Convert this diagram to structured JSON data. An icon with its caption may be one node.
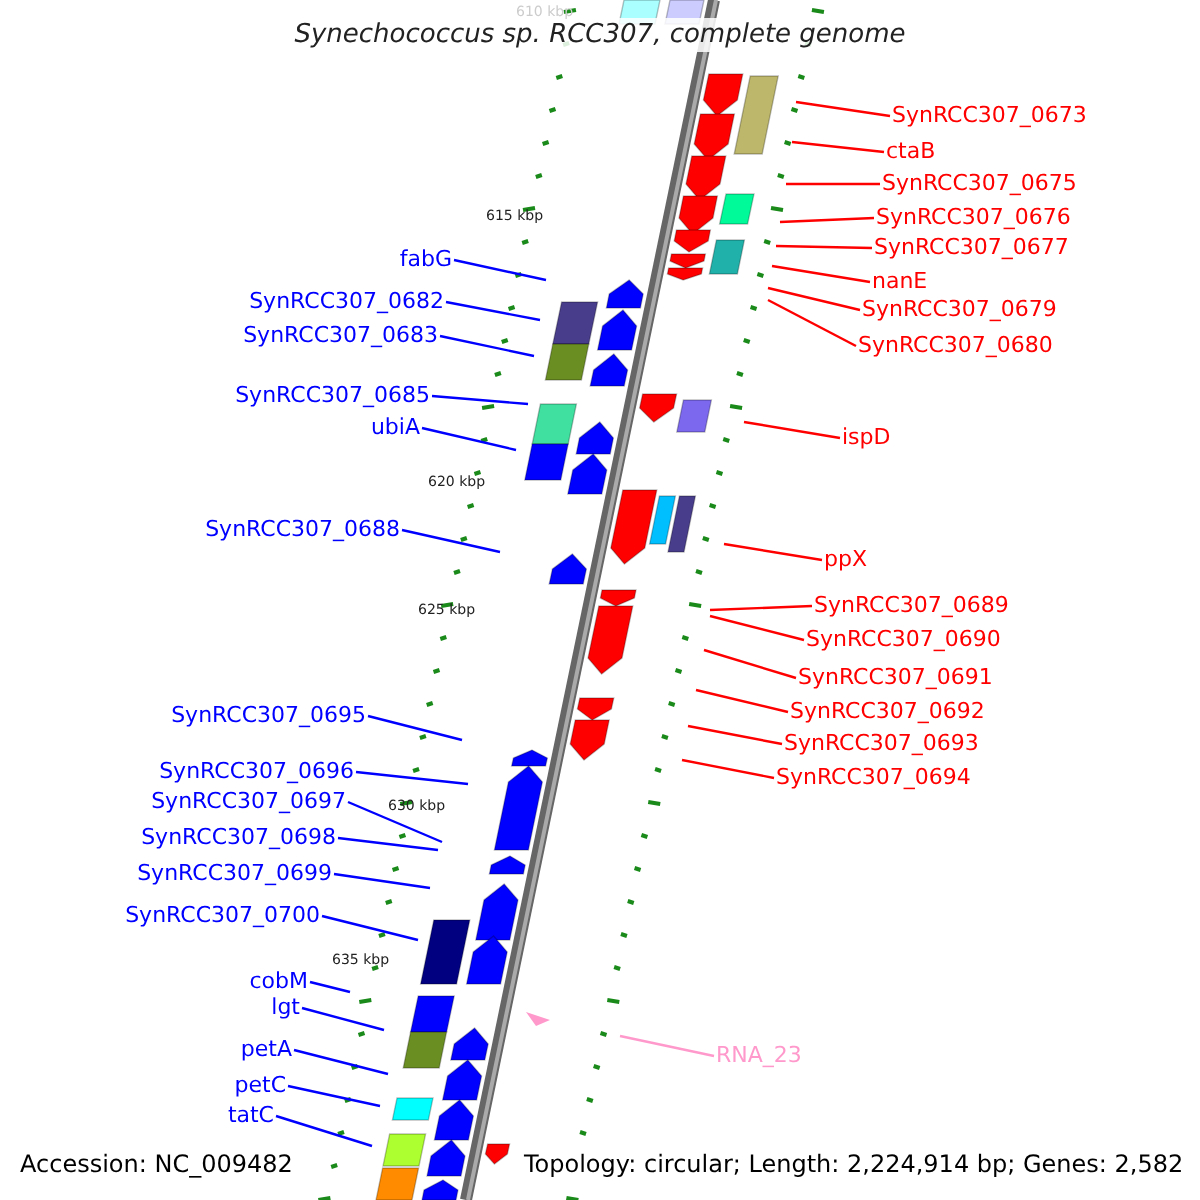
{
  "diagram": {
    "title": "Synechococcus sp. RCC307, complete genome",
    "nodes": [
      {
        "text": [
          "SynRCC307_0673"
        ]
      },
      {
        "text": [
          "ctaB"
        ]
      },
      {
        "text": [
          "SynRCC307_0675"
        ]
      },
      {
        "text": [
          "SynRCC307_0676"
        ]
      },
      {
        "text": [
          "SynRCC307_0677"
        ]
      },
      {
        "text": [
          "fabG"
        ]
      },
      {
        "text": [
          "nanE"
        ]
      },
      {
        "text": [
          "SynRCC307_0682"
        ]
      },
      {
        "text": [
          "SynRCC307_0679"
        ]
      },
      {
        "text": [
          "SynRCC307_0683"
        ]
      },
      {
        "text": [
          "SynRCC307_0680"
        ]
      },
      {
        "text": [
          "SynRCC307_0685"
        ]
      },
      {
        "text": [
          "ubiA"
        ]
      },
      {
        "text": [
          "ispD"
        ]
      },
      {
        "text": [
          "SynRCC307_0688"
        ]
      },
      {
        "text": [
          "ppX"
        ]
      },
      {
        "text": [
          "SynRCC307_0689"
        ]
      },
      {
        "text": [
          "SynRCC307_0690"
        ]
      },
      {
        "text": [
          "SynRCC307_0691"
        ]
      },
      {
        "text": [
          "SynRCC307_0692"
        ]
      },
      {
        "text": [
          "SynRCC307_0695"
        ]
      },
      {
        "text": [
          "SynRCC307_0693"
        ]
      },
      {
        "text": [
          "SynRCC307_0696"
        ]
      },
      {
        "text": [
          "SynRCC307_0694"
        ]
      },
      {
        "text": [
          "SynRCC307_0697"
        ]
      },
      {
        "text": [
          "SynRCC307_0698"
        ]
      },
      {
        "text": [
          "SynRCC307_0699"
        ]
      },
      {
        "text": [
          "SynRCC307_0700"
        ]
      },
      {
        "text": [
          "cobM"
        ]
      },
      {
        "text": [
          "lgt"
        ]
      },
      {
        "text": [
          "petA"
        ]
      },
      {
        "text": [
          "RNA_23"
        ]
      },
      {
        "text": [
          "petC"
        ]
      },
      {
        "text": [
          "tatC"
        ]
      }
    ],
    "edges": [
      {
        "from": 0,
        "to": null,
        "arrow": "none",
        "color": "#ff0000"
      },
      {
        "from": 1,
        "to": null,
        "arrow": "none",
        "color": "#ff0000"
      },
      {
        "from": 2,
        "to": null,
        "arrow": "none",
        "color": "#ff0000"
      },
      {
        "from": 3,
        "to": null,
        "arrow": "none",
        "color": "#ff0000"
      },
      {
        "from": 4,
        "to": null,
        "arrow": "none",
        "color": "#ff0000"
      },
      {
        "from": 5,
        "to": null,
        "arrow": "none"
      },
      {
        "from": 6,
        "to": null,
        "arrow": "none",
        "color": "#ff0000"
      },
      {
        "from": 7,
        "to": null,
        "arrow": "none"
      },
      {
        "from": 8,
        "to": null,
        "arrow": "none",
        "color": "#ff0000"
      },
      {
        "from": 9,
        "to": null,
        "arrow": "none"
      },
      {
        "from": 10,
        "to": null,
        "arrow": "none",
        "color": "#ff0000"
      },
      {
        "from": 11,
        "to": null,
        "arrow": "none"
      },
      {
        "from": 12,
        "to": null,
        "arrow": "none"
      },
      {
        "from": 13,
        "to": null,
        "arrow": "none",
        "color": "#ff0000"
      },
      {
        "from": 14,
        "to": null,
        "arrow": "none"
      },
      {
        "from": 15,
        "to": null,
        "arrow": "none",
        "color": "#ff0000"
      },
      {
        "from": 16,
        "to": null,
        "arrow": "none",
        "color": "#ff0000"
      },
      {
        "from": 17,
        "to": null,
        "arrow": "none",
        "color": "#ff0000"
      },
      {
        "from": 18,
        "to": null,
        "arrow": "none",
        "color": "#ff0000"
      },
      {
        "from": 19,
        "to": null,
        "arrow": "none",
        "color": "#ff0000"
      },
      {
        "from": 20,
        "to": null,
        "arrow": "none"
      },
      {
        "from": 21,
        "to": null,
        "arrow": "none",
        "color": "#ff0000"
      },
      {
        "from": 22,
        "to": null,
        "arrow": "none"
      },
      {
        "from": 23,
        "to": null,
        "arrow": "none",
        "color": "#ff0000"
      },
      {
        "from": 24,
        "to": null,
        "arrow": "none"
      },
      {
        "from": 25,
        "to": null,
        "arrow": "none"
      },
      {
        "from": 26,
        "to": null,
        "arrow": "none"
      },
      {
        "from": 27,
        "to": null,
        "arrow": "none"
      },
      {
        "from": 28,
        "to": null,
        "arrow": "none"
      },
      {
        "from": 29,
        "to": null,
        "arrow": "none"
      },
      {
        "from": 30,
        "to": null,
        "arrow": "none"
      },
      {
        "from": 31,
        "to": null,
        "arrow": "none",
        "color": "#ff99cc"
      },
      {
        "from": 32,
        "to": null,
        "arrow": "none"
      },
      {
        "from": 33,
        "to": null,
        "arrow": "none"
      }
    ],
    "labels": [
      "610 kbp",
      "615 kbp",
      "620 kbp",
      "625 kbp",
      "630 kbp",
      "635 kbp",
      "Accession: NC_009482",
      "Topology: circular; Length: 2,224,914 bp; Genes: 2,582"
    ]
  }
}
